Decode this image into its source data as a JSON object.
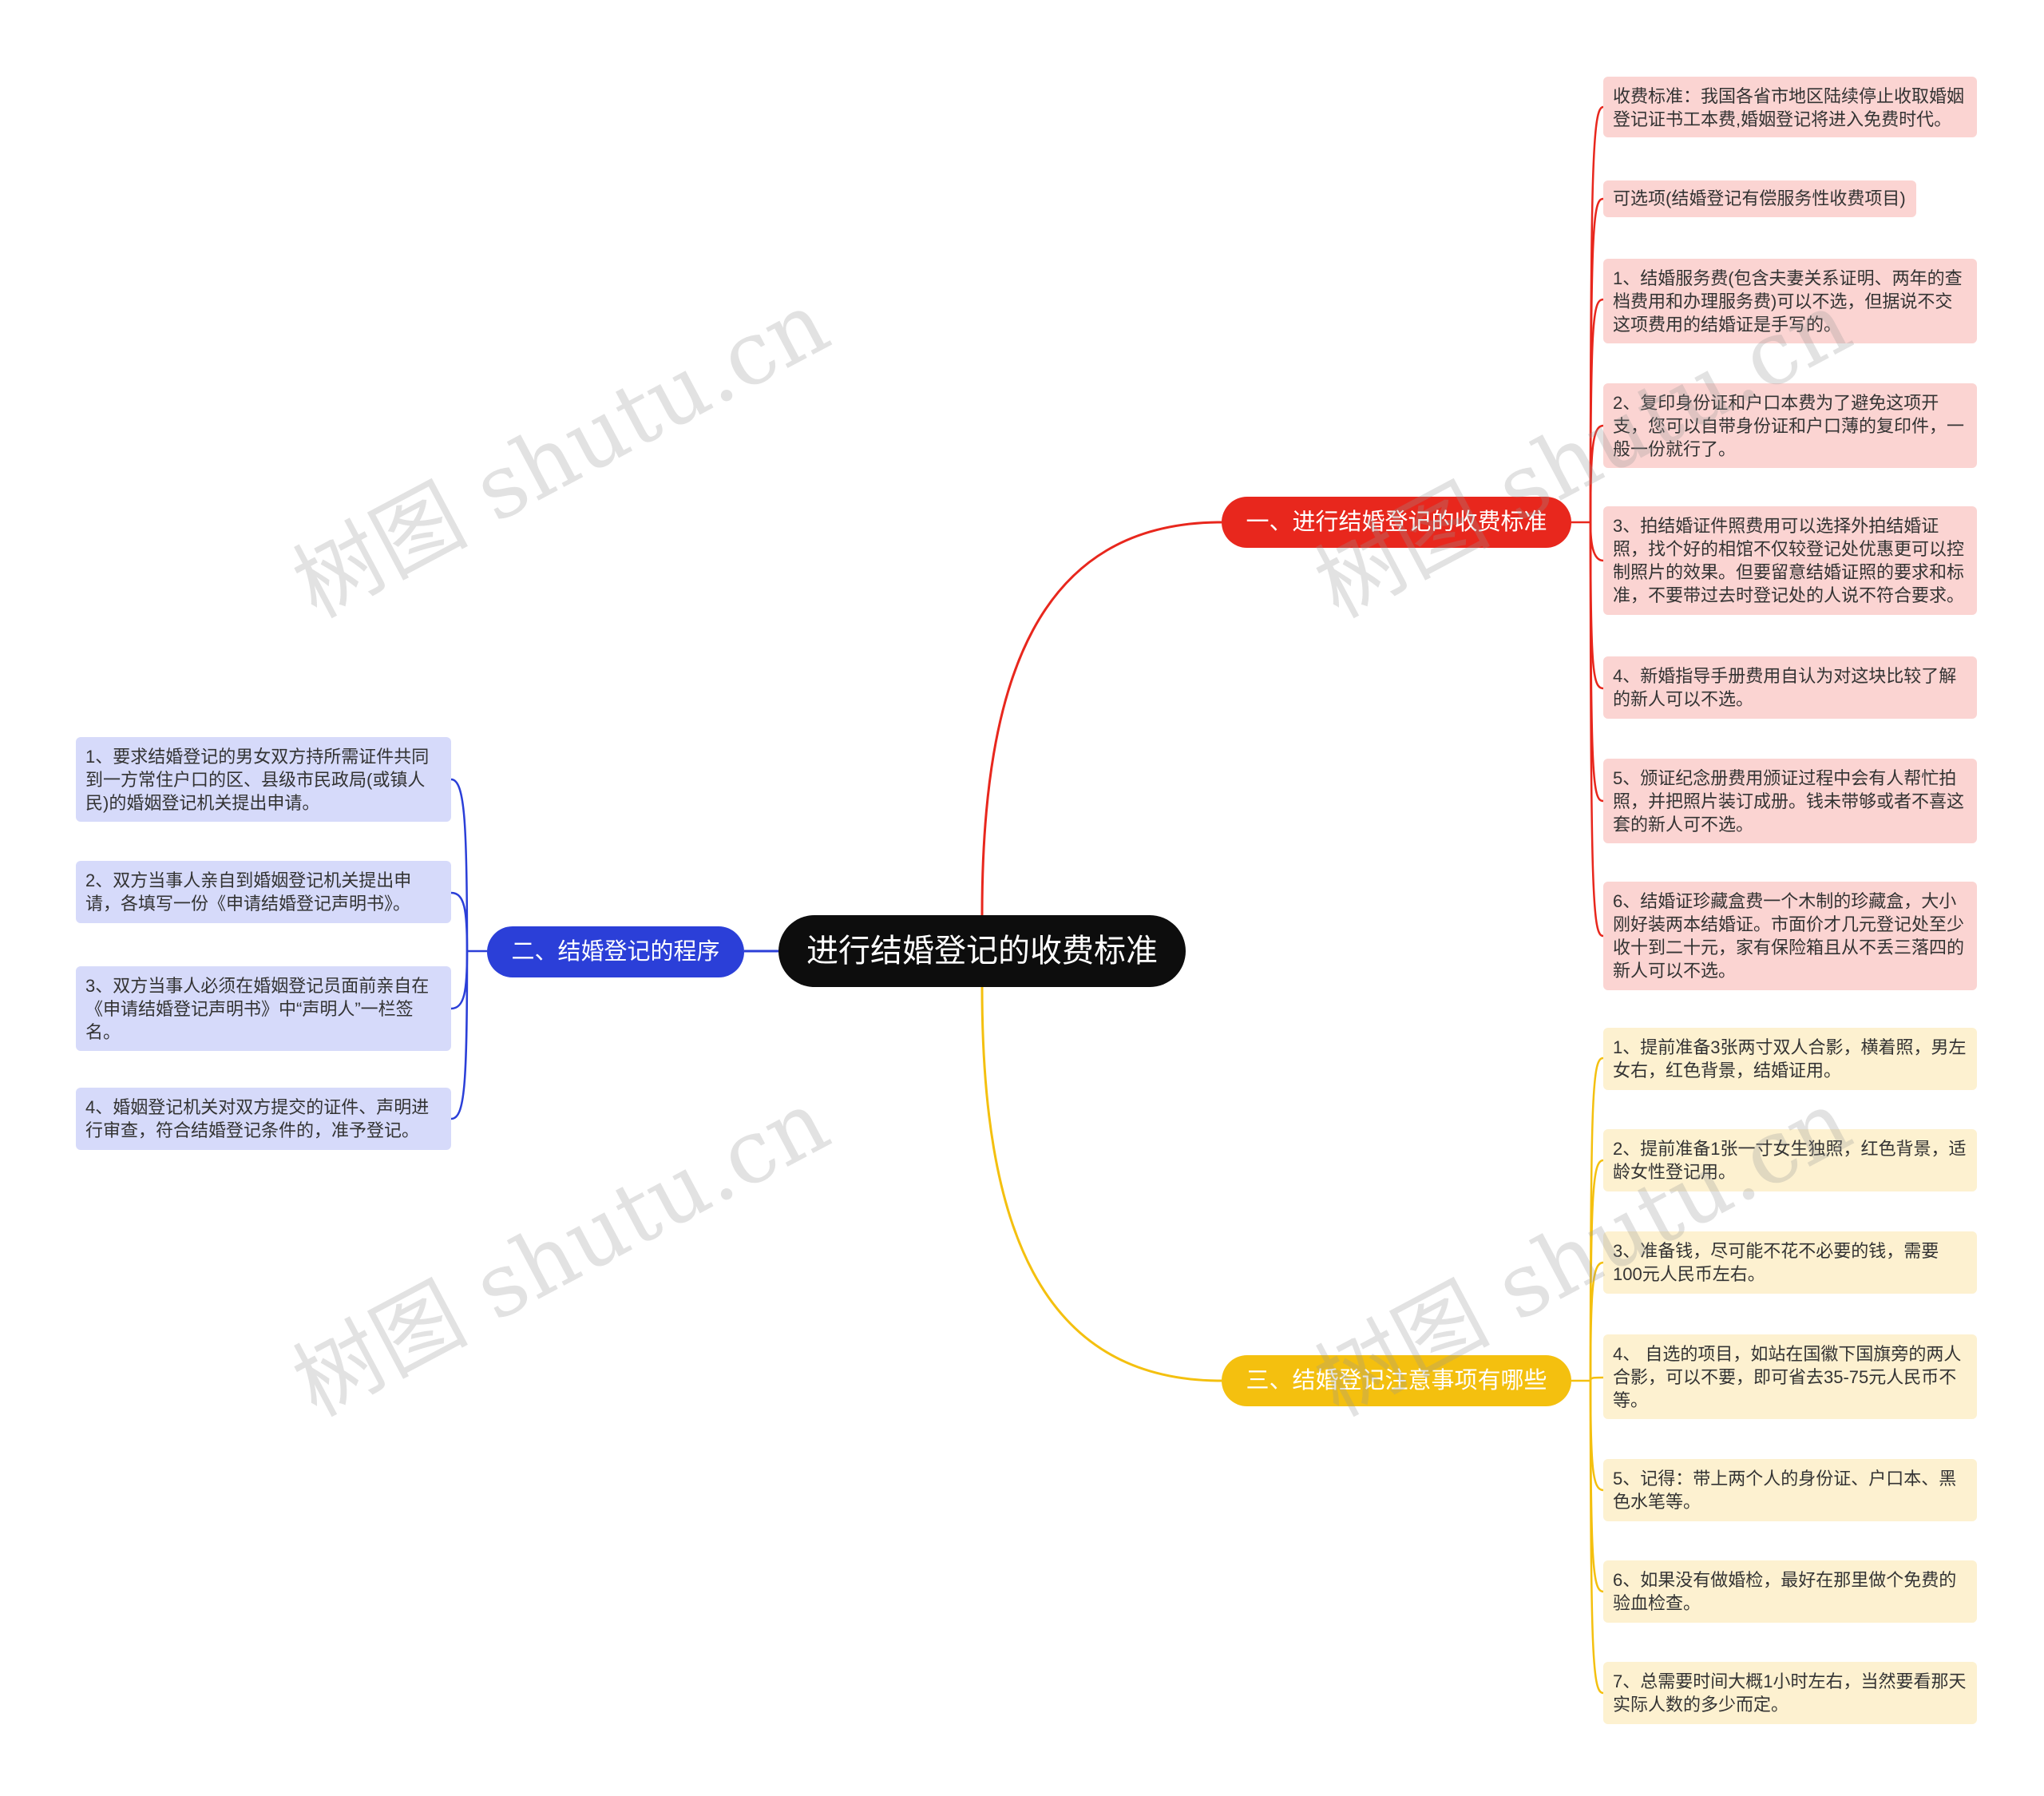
{
  "root": {
    "label": "进行结婚登记的收费标准"
  },
  "branches": [
    {
      "label": "一、进行结婚登记的收费标准",
      "color": "#e8271d",
      "children": [
        "收费标准：我国各省市地区陆续停止收取婚姻登记证书工本费,婚姻登记将进入免费时代。",
        "可选项(结婚登记有偿服务性收费项目)",
        "1、结婚服务费(包含夫妻关系证明、两年的查档费用和办理服务费)可以不选，但据说不交这项费用的结婚证是手写的。",
        "2、复印身份证和户口本费为了避免这项开支，您可以自带身份证和户口薄的复印件，一般一份就行了。",
        "3、拍结婚证件照费用可以选择外拍结婚证照，找个好的相馆不仅较登记处优惠更可以控制照片的效果。但要留意结婚证照的要求和标准，不要带过去时登记处的人说不符合要求。",
        "4、新婚指导手册费用自认为对这块比较了解的新人可以不选。",
        "5、颁证纪念册费用颁证过程中会有人帮忙拍照，并把照片装订成册。钱未带够或者不喜这套的新人可不选。",
        "6、结婚证珍藏盒费一个木制的珍藏盒，大小刚好装两本结婚证。市面价才几元登记处至少收十到二十元，家有保险箱且从不丢三落四的新人可以不选。"
      ]
    },
    {
      "label": "二、结婚登记的程序",
      "color": "#2b3fd8",
      "children": [
        "1、要求结婚登记的男女双方持所需证件共同到一方常住户口的区、县级市民政局(或镇人民)的婚姻登记机关提出申请。",
        "2、双方当事人亲自到婚姻登记机关提出申请，各填写一份《申请结婚登记声明书》。",
        "3、双方当事人必须在婚姻登记员面前亲自在《申请结婚登记声明书》中“声明人”一栏签名。",
        "4、婚姻登记机关对双方提交的证件、声明进行审查，符合结婚登记条件的，准予登记。"
      ]
    },
    {
      "label": "三、结婚登记注意事项有哪些",
      "color": "#f4c00f",
      "children": [
        "1、提前准备3张两寸双人合影，横着照，男左女右，红色背景，结婚证用。",
        "2、提前准备1张一寸女生独照，红色背景，适龄女性登记用。",
        "3、准备钱，尽可能不花不必要的钱，需要100元人民币左右。",
        "4、 自选的项目，如站在国徽下国旗旁的两人合影，可以不要，即可省去35-75元人民币不等。",
        "5、记得：带上两个人的身份证、户口本、黑色水笔等。",
        "6、如果没有做婚检，最好在那里做个免费的验血检查。",
        "7、总需要时间大概1小时左右，当然要看那天实际人数的多少而定。"
      ]
    }
  ],
  "watermark": "树图 shutu.cn"
}
